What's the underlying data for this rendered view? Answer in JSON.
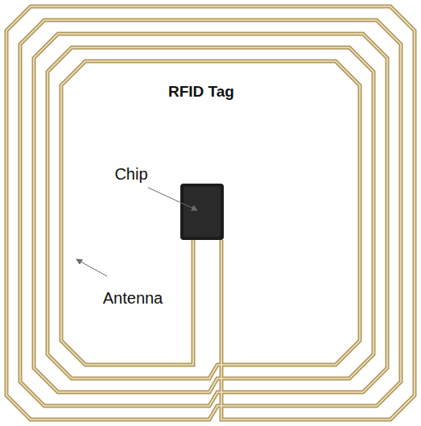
{
  "diagram": {
    "title": "RFID Tag",
    "labels": [
      "Chip",
      "Antenna"
    ]
  }
}
